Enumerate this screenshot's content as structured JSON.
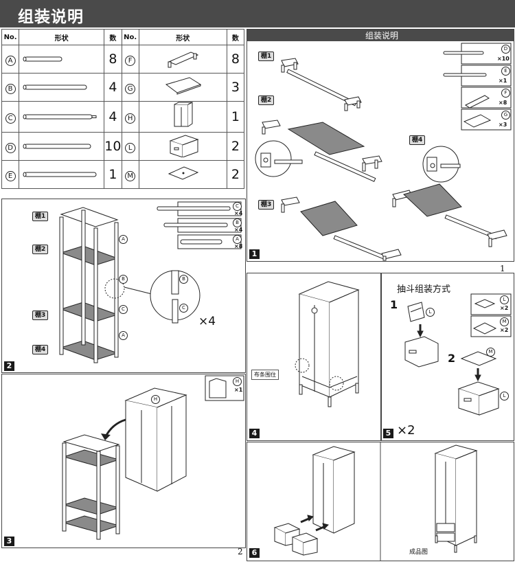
{
  "banner": {
    "title": "组装说明"
  },
  "parts_table": {
    "headers": {
      "no": "No.",
      "shape": "形状",
      "qty": "数"
    },
    "left": [
      {
        "letter": "A",
        "qty": "8"
      },
      {
        "letter": "B",
        "qty": "4"
      },
      {
        "letter": "C",
        "qty": "4"
      },
      {
        "letter": "D",
        "qty": "10"
      },
      {
        "letter": "E",
        "qty": "1"
      }
    ],
    "right": [
      {
        "letter": "F",
        "qty": "8"
      },
      {
        "letter": "G",
        "qty": "3"
      },
      {
        "letter": "H",
        "qty": "1"
      },
      {
        "letter": "L",
        "qty": "2"
      },
      {
        "letter": "M",
        "qty": "2"
      }
    ]
  },
  "step1": {
    "header": "组装说明",
    "step": "1",
    "page": "1",
    "shelves": [
      "棚1",
      "棚2",
      "棚3",
      "棚4"
    ],
    "legend": [
      {
        "letter": "D",
        "count": "×10"
      },
      {
        "letter": "E",
        "count": "×1"
      },
      {
        "letter": "F",
        "count": "×8"
      },
      {
        "letter": "G",
        "count": "×3"
      }
    ]
  },
  "step2": {
    "step": "2",
    "shelves": [
      "棚1",
      "棚2",
      "棚3",
      "棚4"
    ],
    "legend": [
      {
        "letter": "C",
        "count": "×4"
      },
      {
        "letter": "B",
        "count": "×4"
      },
      {
        "letter": "A",
        "count": "×8"
      }
    ],
    "callout_count": "×4"
  },
  "step3": {
    "step": "3",
    "page": "2",
    "legend": {
      "letter": "H",
      "count": "×1"
    }
  },
  "step4": {
    "step": "4",
    "tie_label": "布条围住"
  },
  "step5": {
    "step": "5",
    "title": "抽斗组装方式",
    "multiplier": "×2",
    "substeps": [
      "1",
      "2"
    ],
    "legend": [
      {
        "letter": "L",
        "count": "×2"
      },
      {
        "letter": "M",
        "count": "×2"
      }
    ]
  },
  "step6": {
    "step": "6",
    "finished_label": "成品图"
  }
}
